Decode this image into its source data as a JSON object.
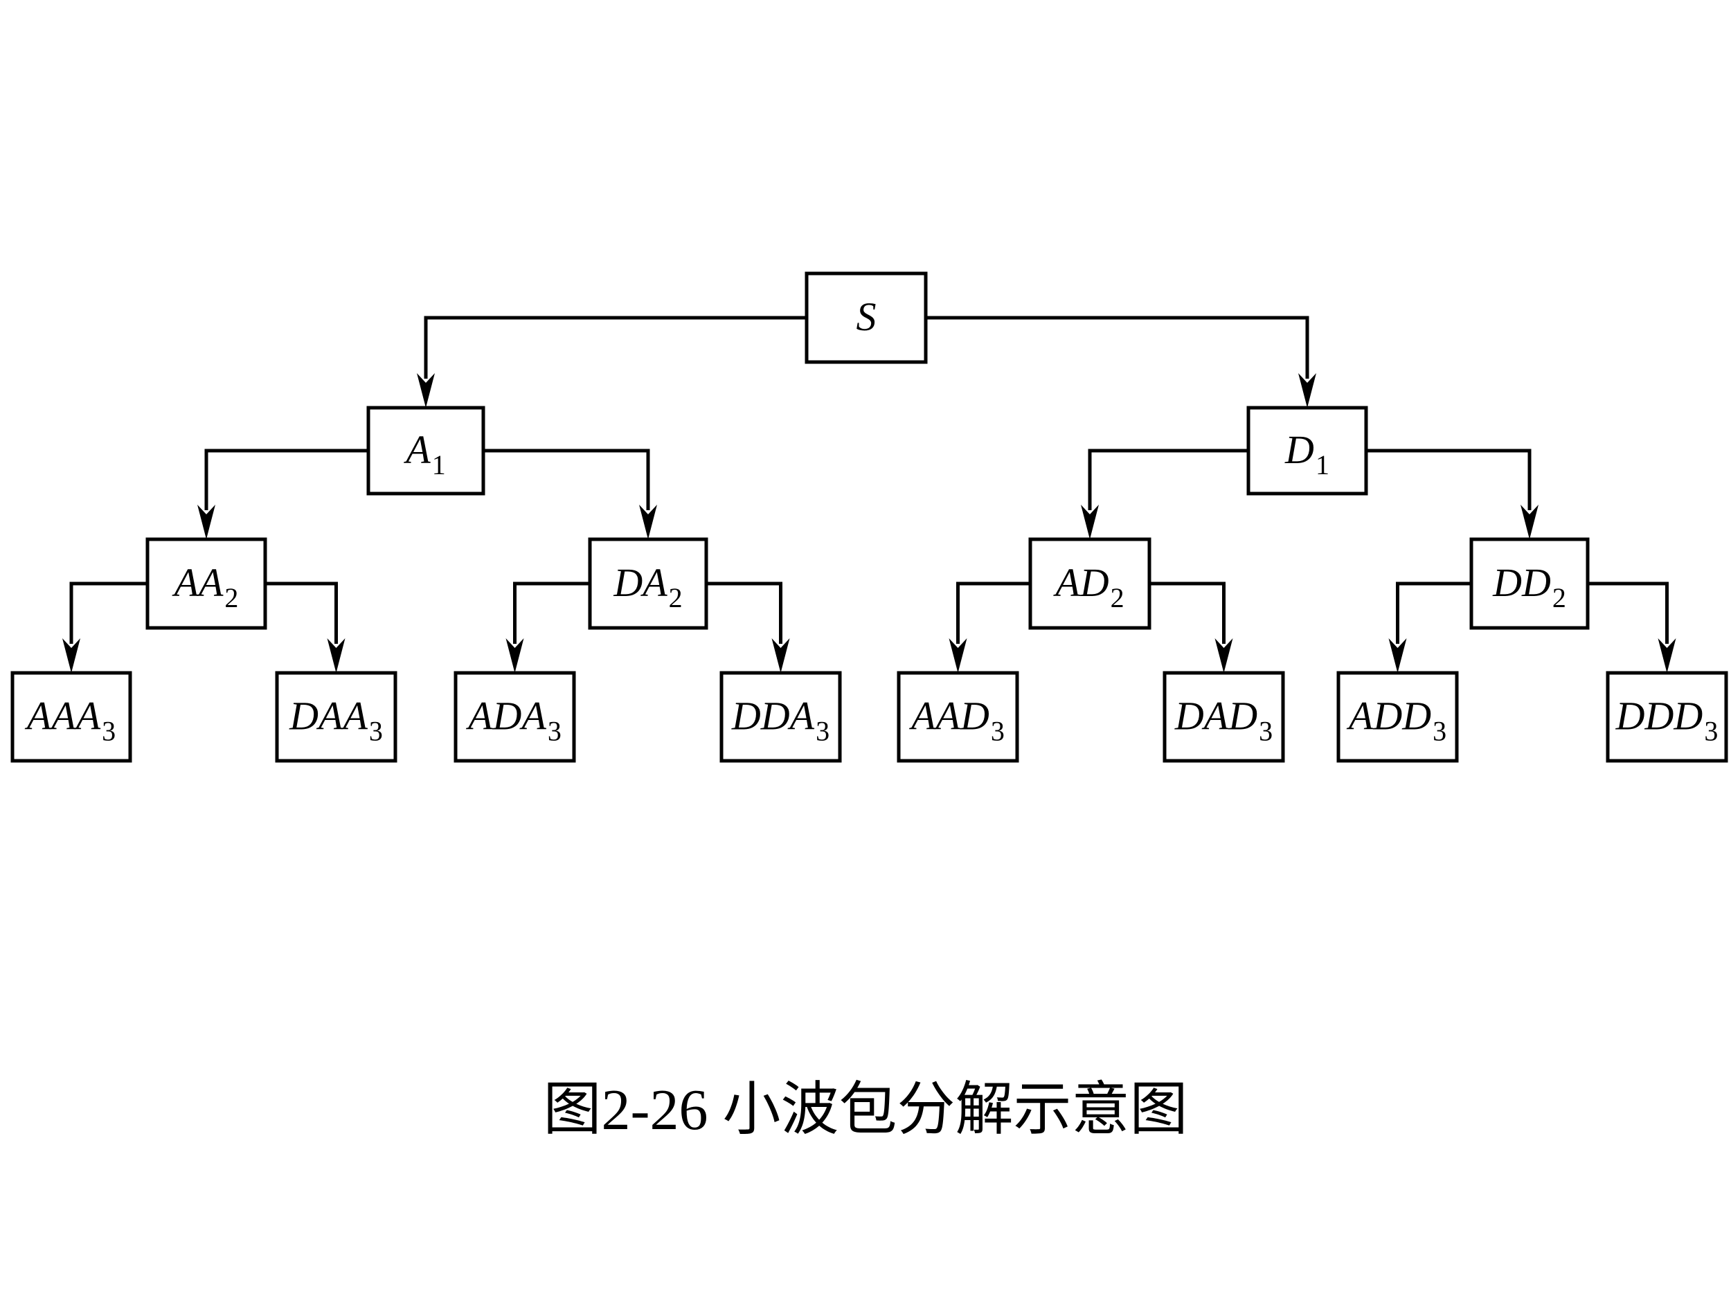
{
  "caption": "图2-26 小波包分解示意图",
  "colors": {
    "stroke": "#000000",
    "background": "#ffffff"
  },
  "tree": {
    "root": "S",
    "nodes": [
      {
        "id": "S",
        "label": "S",
        "sub": "",
        "parent": null,
        "level": 0
      },
      {
        "id": "A1",
        "label": "A",
        "sub": "1",
        "parent": "S",
        "level": 1
      },
      {
        "id": "D1",
        "label": "D",
        "sub": "1",
        "parent": "S",
        "level": 1
      },
      {
        "id": "AA2",
        "label": "AA",
        "sub": "2",
        "parent": "A1",
        "level": 2
      },
      {
        "id": "DA2",
        "label": "DA",
        "sub": "2",
        "parent": "A1",
        "level": 2
      },
      {
        "id": "AD2",
        "label": "AD",
        "sub": "2",
        "parent": "D1",
        "level": 2
      },
      {
        "id": "DD2",
        "label": "DD",
        "sub": "2",
        "parent": "D1",
        "level": 2
      },
      {
        "id": "AAA3",
        "label": "AAA",
        "sub": "3",
        "parent": "AA2",
        "level": 3
      },
      {
        "id": "DAA3",
        "label": "DAA",
        "sub": "3",
        "parent": "AA2",
        "level": 3
      },
      {
        "id": "ADA3",
        "label": "ADA",
        "sub": "3",
        "parent": "DA2",
        "level": 3
      },
      {
        "id": "DDA3",
        "label": "DDA",
        "sub": "3",
        "parent": "DA2",
        "level": 3
      },
      {
        "id": "AAD3",
        "label": "AAD",
        "sub": "3",
        "parent": "AD2",
        "level": 3
      },
      {
        "id": "DAD3",
        "label": "DAD",
        "sub": "3",
        "parent": "AD2",
        "level": 3
      },
      {
        "id": "ADD3",
        "label": "ADD",
        "sub": "3",
        "parent": "DD2",
        "level": 3
      },
      {
        "id": "DDD3",
        "label": "DDD",
        "sub": "3",
        "parent": "DD2",
        "level": 3
      }
    ]
  }
}
